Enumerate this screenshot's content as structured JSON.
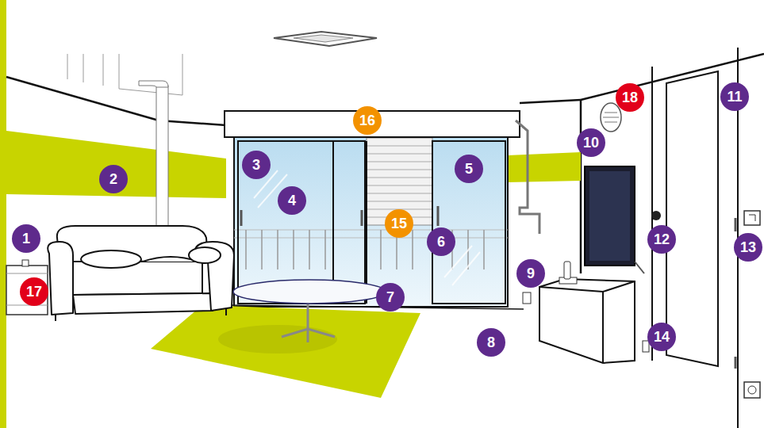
{
  "diagram": {
    "nodes": [
      {
        "text": [
          "1"
        ]
      },
      {
        "text": [
          "2"
        ]
      },
      {
        "text": [
          "3"
        ]
      },
      {
        "text": [
          "4"
        ]
      },
      {
        "text": [
          "5"
        ]
      },
      {
        "text": [
          "6"
        ]
      },
      {
        "text": [
          "7"
        ]
      },
      {
        "text": [
          "8"
        ]
      },
      {
        "text": [
          "9"
        ]
      },
      {
        "text": [
          "10"
        ]
      },
      {
        "text": [
          "11"
        ]
      },
      {
        "text": [
          "12"
        ]
      },
      {
        "text": [
          "13"
        ]
      },
      {
        "text": [
          "14"
        ]
      },
      {
        "text": [
          "15"
        ]
      },
      {
        "text": [
          "16"
        ]
      },
      {
        "text": [
          "17"
        ]
      },
      {
        "text": [
          "18"
        ]
      }
    ]
  }
}
